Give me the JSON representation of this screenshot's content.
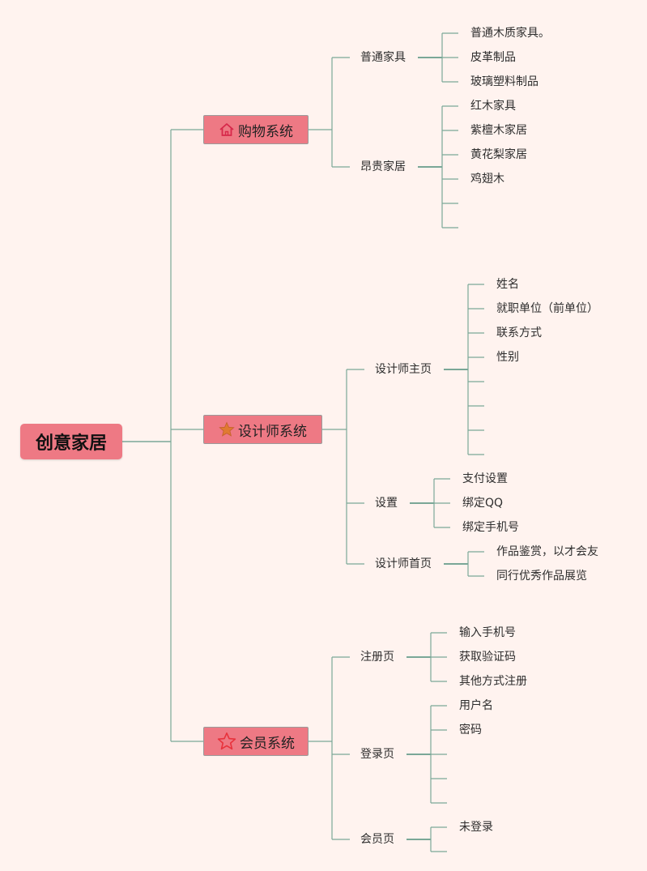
{
  "root": {
    "label": "创意家居"
  },
  "branches": [
    {
      "label": "购物系统",
      "icon": "home-icon",
      "children": [
        {
          "label": "普通家具",
          "items": [
            "普通木质家具。",
            "皮革制品",
            "玻璃塑料制品"
          ]
        },
        {
          "label": "昂贵家居",
          "items": [
            "红木家具",
            "紫檀木家居",
            "黄花梨家居",
            "鸡翅木",
            "",
            ""
          ]
        }
      ]
    },
    {
      "label": "设计师系统",
      "icon": "star-filled-icon",
      "children": [
        {
          "label": "设计师主页",
          "items": [
            "姓名",
            "就职单位（前单位）",
            "联系方式",
            "性别",
            "",
            "",
            "",
            ""
          ]
        },
        {
          "label": "设置",
          "items": [
            "支付设置",
            "绑定QQ",
            "绑定手机号"
          ]
        },
        {
          "label": "设计师首页",
          "items": [
            "作品鉴赏，以才会友",
            "同行优秀作品展览"
          ]
        }
      ]
    },
    {
      "label": "会员系统",
      "icon": "star-outline-icon",
      "children": [
        {
          "label": "注册页",
          "items": [
            "输入手机号",
            "获取验证码",
            "其他方式注册"
          ]
        },
        {
          "label": "登录页",
          "items": [
            "用户名",
            "密码",
            "",
            "",
            ""
          ]
        },
        {
          "label": "会员页",
          "items": [
            "未登录",
            ""
          ]
        }
      ]
    }
  ],
  "colors": {
    "background": "#fff3ef",
    "node_fill": "#ee7984",
    "line": "#7aa898",
    "line_dark": "#4f8e7a"
  }
}
